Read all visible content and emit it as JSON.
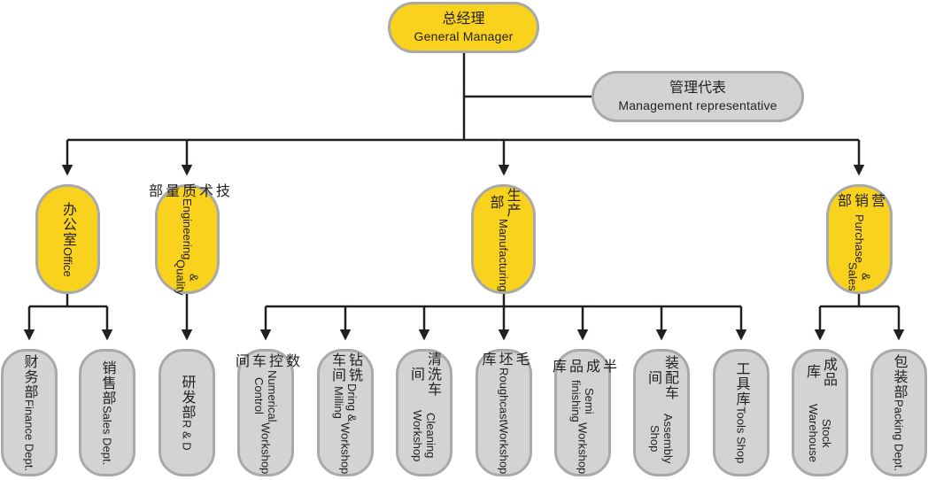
{
  "root": {
    "zh": "总经理",
    "en": "General Manager"
  },
  "representative": {
    "zh": "管理代表",
    "en": "Management representative"
  },
  "departments": [
    {
      "id": "office",
      "zh": "办公室",
      "en": [
        "Office"
      ]
    },
    {
      "id": "engineering",
      "zh": "技术质量部",
      "en": [
        "Engineering",
        "& Quality"
      ]
    },
    {
      "id": "manufacturing",
      "zh": "生产部",
      "en": [
        "Manufacturing"
      ]
    },
    {
      "id": "sales",
      "zh": "营销部",
      "en": [
        "Purchase",
        "& Sales"
      ]
    }
  ],
  "units": [
    {
      "parent": "office",
      "zh": "财务部",
      "en": [
        "Finance Dept."
      ]
    },
    {
      "parent": "office",
      "zh": "销售部",
      "en": [
        "Sales Dept."
      ]
    },
    {
      "parent": "engineering",
      "zh": "研发部",
      "en": [
        "R & D"
      ]
    },
    {
      "parent": "manufacturing",
      "zh": "数控车间",
      "en": [
        "Numerical Control",
        "Workshop"
      ]
    },
    {
      "parent": "manufacturing",
      "zh": "钻铣车间",
      "en": [
        "Dring & Milling",
        "Workshop"
      ]
    },
    {
      "parent": "manufacturing",
      "zh": "清洗车间",
      "en": [
        "Cleaning Workshop"
      ]
    },
    {
      "parent": "manufacturing",
      "zh": "毛坯库",
      "en": [
        "Roughcast",
        "Workshop"
      ]
    },
    {
      "parent": "manufacturing",
      "zh": "半成品库",
      "en": [
        "Semi finishing",
        "Workshop"
      ]
    },
    {
      "parent": "manufacturing",
      "zh": "装配车间",
      "en": [
        "Assembly Shop"
      ]
    },
    {
      "parent": "manufacturing",
      "zh": "工具库",
      "en": [
        "Tools Shop"
      ]
    },
    {
      "parent": "sales",
      "zh": "成品库",
      "en": [
        "Stock Warehouse"
      ]
    },
    {
      "parent": "sales",
      "zh": "包装部",
      "en": [
        "Packing Dept."
      ]
    }
  ],
  "colors": {
    "top_fill": "#f8d21c",
    "leaf_fill": "#d3d3d3",
    "node_border": "#a9a9a9",
    "connector": "#231f20"
  }
}
